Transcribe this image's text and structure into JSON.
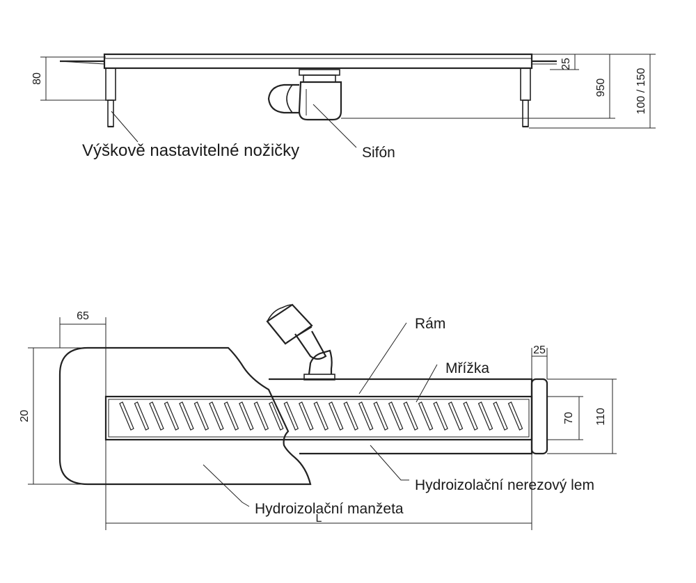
{
  "top_view": {
    "dimensions": {
      "d80": "80",
      "d25": "25",
      "d950": "950",
      "d100_150": "100 / 150"
    },
    "labels": {
      "feet": "Výškově nastavitelné nožičky",
      "siphon": "Sifón"
    }
  },
  "bottom_view": {
    "dimensions": {
      "d65": "65",
      "d20": "20",
      "d25": "25",
      "d70": "70",
      "d110": "110",
      "length": "L"
    },
    "labels": {
      "frame": "Rám",
      "grate": "Mřížka",
      "stainless_collar": "Hydroizolační nerezový lem",
      "membrane": "Hydroizolační manžeta"
    },
    "slot_count": 27
  }
}
